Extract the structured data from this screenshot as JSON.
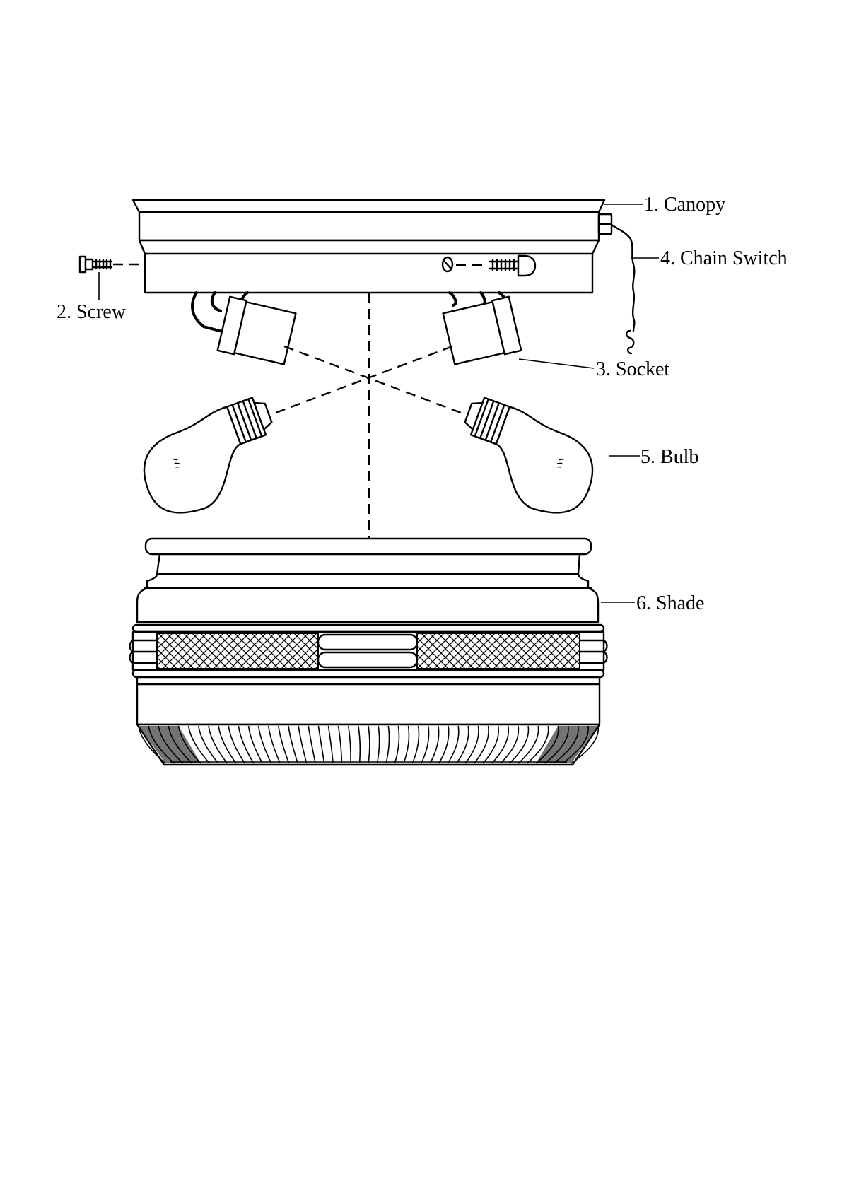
{
  "labels": {
    "canopy": "1. Canopy",
    "screw": "2. Screw",
    "socket": "3. Socket",
    "chain_switch": "4. Chain Switch",
    "bulb": "5. Bulb",
    "shade": "6. Shade"
  },
  "colors": {
    "ink": "#000000",
    "paper": "#ffffff"
  }
}
